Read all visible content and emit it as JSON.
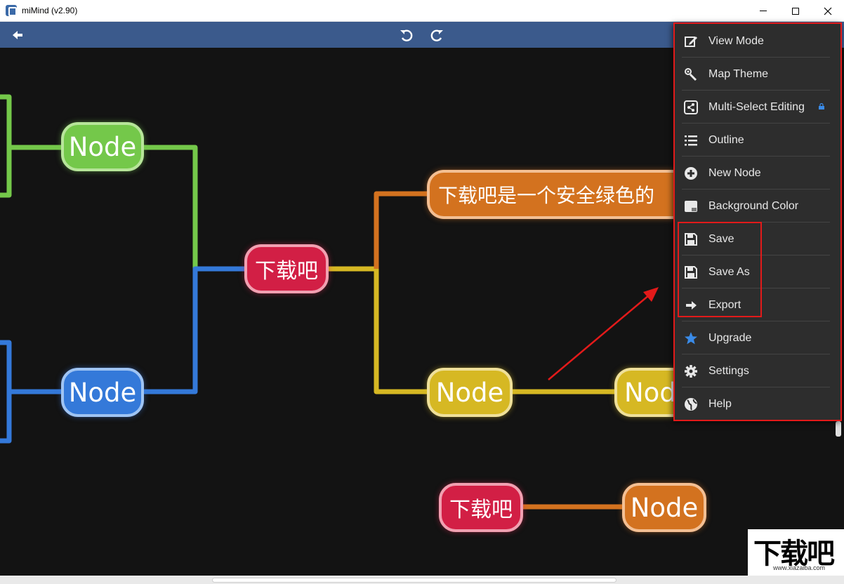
{
  "window": {
    "title": "miMind (v2.90)"
  },
  "toolbar": {
    "back_icon": "back-arrow-icon",
    "undo_icon": "undo-icon",
    "redo_icon": "redo-icon"
  },
  "nodes": {
    "green_top": "Node",
    "blue_bottom": "Node",
    "center": "下载吧",
    "orange_top": "下载吧是一个安全绿色的",
    "yellow_mid": "Node",
    "yellow_right": "Nod",
    "red_bottom": "下载吧",
    "orange_bottom": "Node"
  },
  "colors": {
    "green": "#74c84a",
    "blue": "#3479d9",
    "red": "#d21f45",
    "orange": "#d3721f",
    "yellow": "#d6b823",
    "annotation": "#e31a1a",
    "menu_bg": "#2d2d2d",
    "toolbar_bg": "#3b5a8c",
    "canvas_bg": "#131313"
  },
  "menu": {
    "items": [
      {
        "label": "View Mode",
        "icon": "edit-icon"
      },
      {
        "label": "Map Theme",
        "icon": "magic-wand-icon"
      },
      {
        "label": "Multi-Select Editing",
        "icon": "share-nodes-icon",
        "locked": true
      },
      {
        "label": "Outline",
        "icon": "list-icon"
      },
      {
        "label": "New Node",
        "icon": "plus-circle-icon"
      },
      {
        "label": "Background Color",
        "icon": "background-icon"
      },
      {
        "label": "Save",
        "icon": "floppy-icon"
      },
      {
        "label": "Save As",
        "icon": "floppy-icon"
      },
      {
        "label": "Export",
        "icon": "arrow-right-icon"
      },
      {
        "label": "Upgrade",
        "icon": "star-icon"
      },
      {
        "label": "Settings",
        "icon": "gear-icon"
      },
      {
        "label": "Help",
        "icon": "globe-icon"
      }
    ]
  },
  "watermark": {
    "title": "下载吧",
    "url": "www.xiazaiba.com"
  }
}
